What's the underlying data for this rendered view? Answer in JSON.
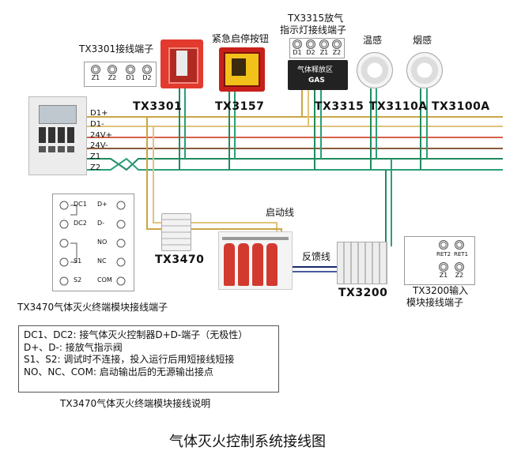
{
  "devices": {
    "tx3301_terminal_title": "TX3301接线端子",
    "tx3301_terminals": [
      "Z1",
      "Z2",
      "D1",
      "D2"
    ],
    "emergency_button_title": "紧急启停按钮",
    "tx3315_title_line1": "TX3315放气",
    "tx3315_title_line2": "指示灯接线端子",
    "tx3315_terminals": [
      "D1",
      "D2",
      "Z1",
      "Z2"
    ],
    "temp_sensor_title": "温感",
    "smoke_sensor_title": "烟感",
    "model_tx3301": "TX3301",
    "model_tx3157": "TX3157",
    "model_tx3315": "TX3315",
    "model_tx3110a": "TX3110A",
    "model_tx3100a": "TX3100A",
    "model_tx3470": "TX3470",
    "model_tx3200": "TX3200",
    "indicator_sign_text": "气体释放区",
    "indicator_sign_gas": "GAS",
    "module_side_labels": [
      "DC1",
      "DC2",
      "D+",
      "D-",
      "NO",
      "NC",
      "COM",
      "S1",
      "S2"
    ]
  },
  "bus_labels": [
    "D1+",
    "D1-",
    "24V+",
    "24V-",
    "Z1",
    "Z2"
  ],
  "wire_labels": {
    "start_line": "启动线",
    "feedback_line": "反馈线"
  },
  "tx3200_terminal": {
    "labels": [
      "RET2",
      "RET1"
    ],
    "z_labels": [
      "Z1",
      "Z2"
    ],
    "title_line1": "TX3200输入",
    "title_line2": "模块接线端子"
  },
  "tx3470_terminal_caption": "TX3470气体灭火终端模块接线端子",
  "notes": [
    "DC1、DC2: 接气体灭火控制器D+D-端子（无极性）",
    "D+、D-: 接放气指示阀",
    "S1、S2: 调试时不连接，投入运行后用短接线短接",
    "NO、NC、COM: 启动输出后的无源输出接点"
  ],
  "notes_caption": "TX3470气体灭火终端模块接线说明",
  "main_title": "气体灭火控制系统接线图",
  "colors": {
    "d1_plus": "#c9a646",
    "d1_minus": "#e0c27a",
    "v24_plus": "#d7604a",
    "v24_minus": "#8a5a3a",
    "z1": "#1f8a5f",
    "z2": "#2aa07a",
    "alarm_red": "#e23a2f"
  }
}
